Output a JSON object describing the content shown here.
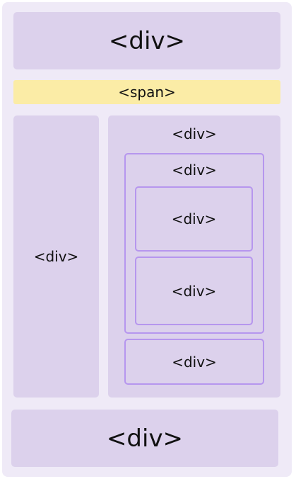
{
  "diagram": {
    "header_label": "<div>",
    "span_label": "<span>",
    "left_column_label": "<div>",
    "right_panel_label": "<div>",
    "outlined_group_label": "<div>",
    "inner_box_1_label": "<div>",
    "inner_box_2_label": "<div>",
    "bottom_outlined_label": "<div>",
    "footer_label": "<div>"
  },
  "colors": {
    "outer_background": "#efeaf7",
    "fill_box": "#dcd1ec",
    "span_highlight": "#fbeca6",
    "outline": "#b696ee",
    "text": "#111111"
  }
}
